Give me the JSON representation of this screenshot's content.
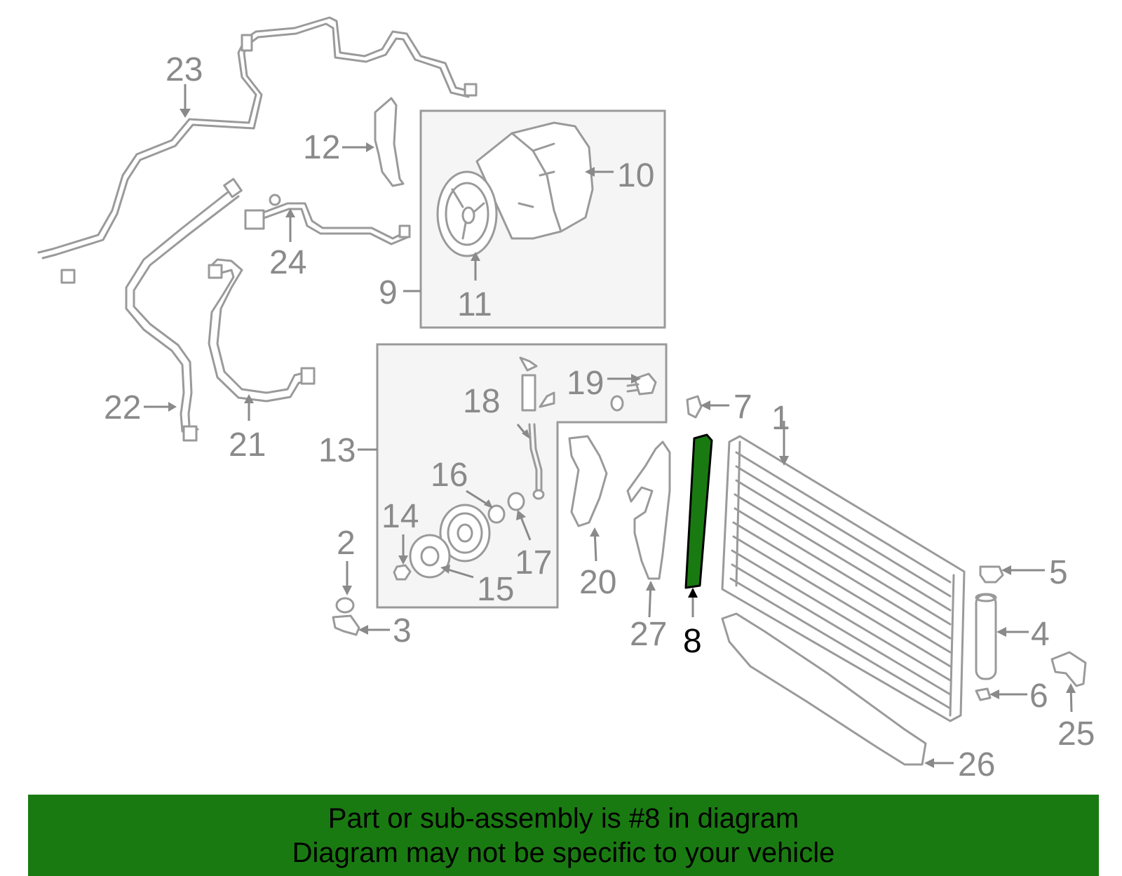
{
  "callouts": {
    "c1": "1",
    "c2": "2",
    "c3": "3",
    "c4": "4",
    "c5": "5",
    "c6": "6",
    "c7": "7",
    "c8": "8",
    "c9": "9",
    "c10": "10",
    "c11": "11",
    "c12": "12",
    "c13": "13",
    "c14": "14",
    "c15": "15",
    "c16": "16",
    "c17": "17",
    "c18": "18",
    "c19": "19",
    "c20": "20",
    "c21": "21",
    "c22": "22",
    "c23": "23",
    "c24": "24",
    "c25": "25",
    "c26": "26",
    "c27": "27"
  },
  "highlight": {
    "part": "8",
    "color": "#1a7a12"
  },
  "footer": {
    "line1": "Part or sub-assembly is #8 in diagram",
    "line2": "Diagram may not be specific to your vehicle"
  }
}
